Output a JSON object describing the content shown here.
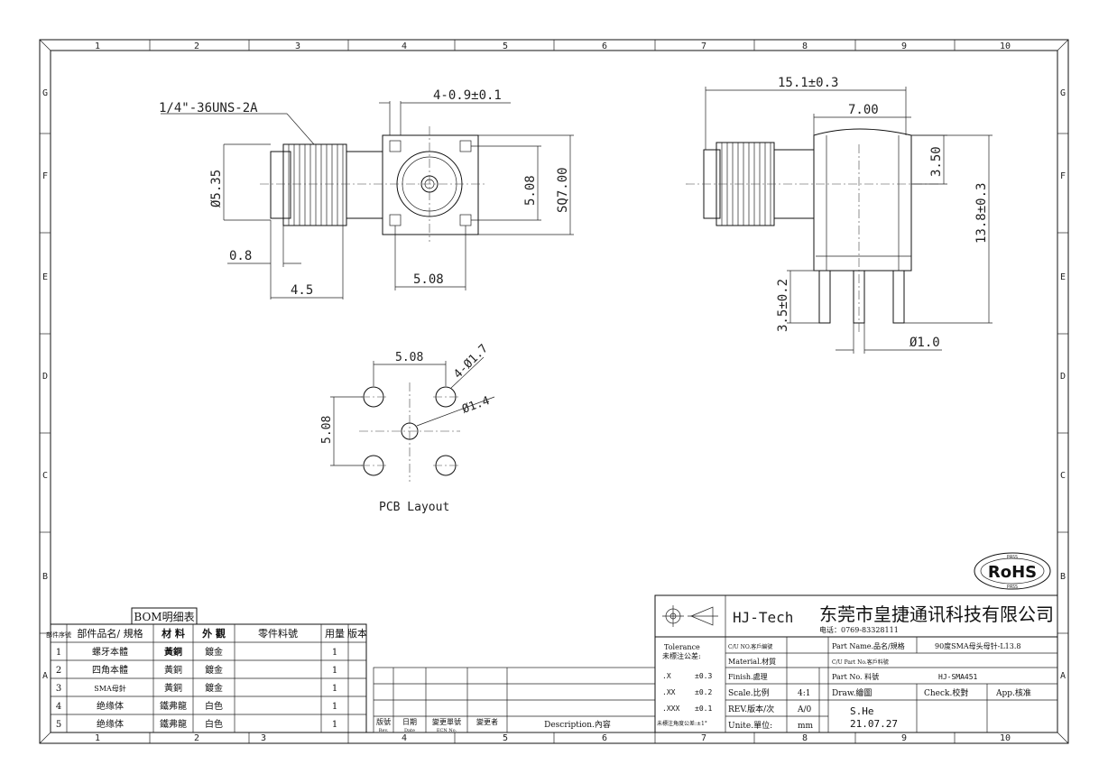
{
  "frame": {
    "columns": [
      "1",
      "2",
      "3",
      "4",
      "5",
      "6",
      "7",
      "8",
      "9",
      "10"
    ],
    "rows": [
      "G",
      "F",
      "E",
      "D",
      "C",
      "B",
      "A"
    ]
  },
  "front_view": {
    "thread_label": "1/4\"-36UNS-2A",
    "pin_label": "4-0.9±0.1",
    "dia_label": "Ø5.35",
    "dim_08": "0.8",
    "dim_45": "4.5",
    "dim_508_h": "5.08",
    "dim_508_v": "5.08",
    "dim_sq": "SQ7.00"
  },
  "side_view": {
    "dim_151": "15.1±0.3",
    "dim_700": "7.00",
    "dim_350": "3.50",
    "dim_138": "13.8±0.3",
    "dim_35": "3.5±0.2",
    "dim_d10": "Ø1.0"
  },
  "pcb_layout": {
    "dim_top": "5.08",
    "dim_side": "5.08",
    "hole_outer": "4-Ø1.7",
    "hole_center": "Ø1.4",
    "caption": "PCB Layout"
  },
  "rohs": {
    "label": "RoHS",
    "pass": "PASS"
  },
  "bom": {
    "title": "BOM明细表",
    "headers": [
      "部件序號",
      "部件品名/ 規格",
      "材 料",
      "外 觀",
      "零件料號",
      "用量",
      "版本"
    ],
    "rows": [
      {
        "no": "1",
        "name": "螺牙本體",
        "material": "黃銅",
        "finish": "鍍金",
        "part": "",
        "qty": "1",
        "rev": ""
      },
      {
        "no": "2",
        "name": "四角本體",
        "material": "黃銅",
        "finish": "鍍金",
        "part": "",
        "qty": "1",
        "rev": ""
      },
      {
        "no": "3",
        "name": "SMA母針",
        "material": "黃銅",
        "finish": "鍍金",
        "part": "",
        "qty": "1",
        "rev": ""
      },
      {
        "no": "4",
        "name": "绝缘体",
        "material": "鐵弗龍",
        "finish": "白色",
        "part": "",
        "qty": "1",
        "rev": ""
      },
      {
        "no": "5",
        "name": "绝缘体",
        "material": "鐵弗龍",
        "finish": "白色",
        "part": "",
        "qty": "1",
        "rev": ""
      }
    ]
  },
  "revision": {
    "col1": "版號",
    "col1_en": "Rev.",
    "col2": "日期",
    "col2_en": "Date",
    "col3": "變更單號",
    "col3_en": "ECN No.",
    "col4": "變更者",
    "col5": "Description.內容"
  },
  "title_block": {
    "brand": "HJ-Tech",
    "company": "东莞市皇捷通讯科技有限公司",
    "phone": "电话：0769-83328111",
    "tolerance_title": "Tolerance",
    "tolerance_sub": "未標注公差:",
    "tol_x": ".X",
    "tol_x_v": "±0.3",
    "tol_xx": ".XX",
    "tol_xx_v": "±0.2",
    "tol_xxx": ".XXX",
    "tol_xxx_v": "±0.1",
    "tol_angle": "未標注角度公差:±1°",
    "cu_no": "C/U NO.客戶編號",
    "material": "Material.材質",
    "finish": "Finish.處理",
    "scale": "Scale.比例",
    "scale_v": "4:1",
    "rev": "REV.版本/次",
    "rev_v": "A/0",
    "unit": "Unite.單位:",
    "unit_v": "mm",
    "part_name_l": "Part Name.品名/規格",
    "part_name_v": "90度SMA母头母针-L13.8",
    "cu_part": "C/U Part No.客戶料號",
    "part_no_l": "Part No. 料號",
    "part_no_v": "HJ-SMA451",
    "draw": "Draw.繪圖",
    "check": "Check.校對",
    "app": "App.核准",
    "drawer": "S.He",
    "date": "21.07.27"
  }
}
